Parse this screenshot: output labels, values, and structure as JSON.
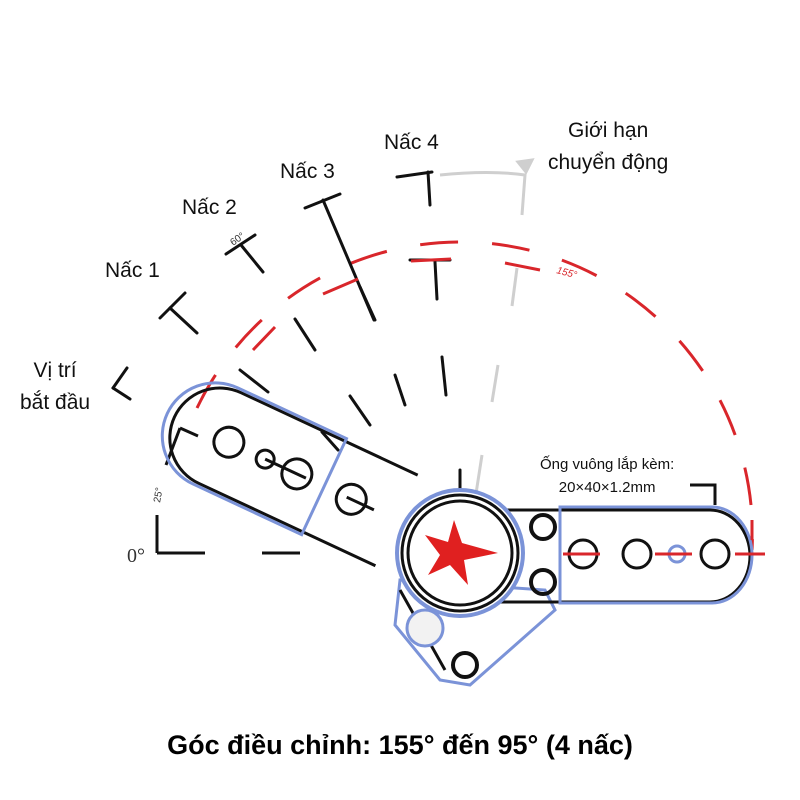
{
  "labels": {
    "start": "Vị trí\nbắt đầu",
    "start_line1": "Vị trí",
    "start_line2": "bắt đầu",
    "notch1": "Nấc 1",
    "notch2": "Nấc 2",
    "notch3": "Nấc 3",
    "notch4": "Nấc 4",
    "limit_line1": "Giới hạn",
    "limit_line2": "chuyển động",
    "tube_line1": "Ống vuông lắp kèm:",
    "tube_line2": "20×40×1.2mm",
    "angle_0": "0°",
    "angle_25": "25°",
    "angle_60": "60°",
    "angle_155": "155°"
  },
  "caption": "Góc điều chỉnh: 155° đến 95° (4 nấc)",
  "colors": {
    "red": "#d9262b",
    "blue": "#7b93d8",
    "line": "#111111",
    "grey": "#cfcfcf"
  }
}
